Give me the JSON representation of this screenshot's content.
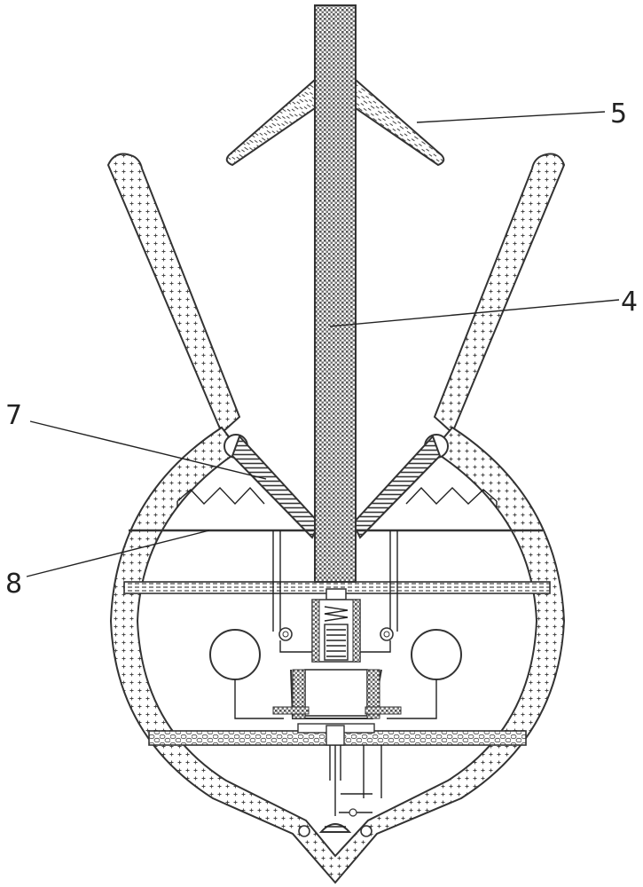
{
  "figure": {
    "labels": [
      {
        "id": "5",
        "text": "5"
      },
      {
        "id": "4",
        "text": "4"
      },
      {
        "id": "7",
        "text": "7"
      },
      {
        "id": "8",
        "text": "8"
      }
    ]
  },
  "colors": {
    "line": "#333333",
    "background": "#ffffff",
    "hatch_fill": "#999999"
  }
}
